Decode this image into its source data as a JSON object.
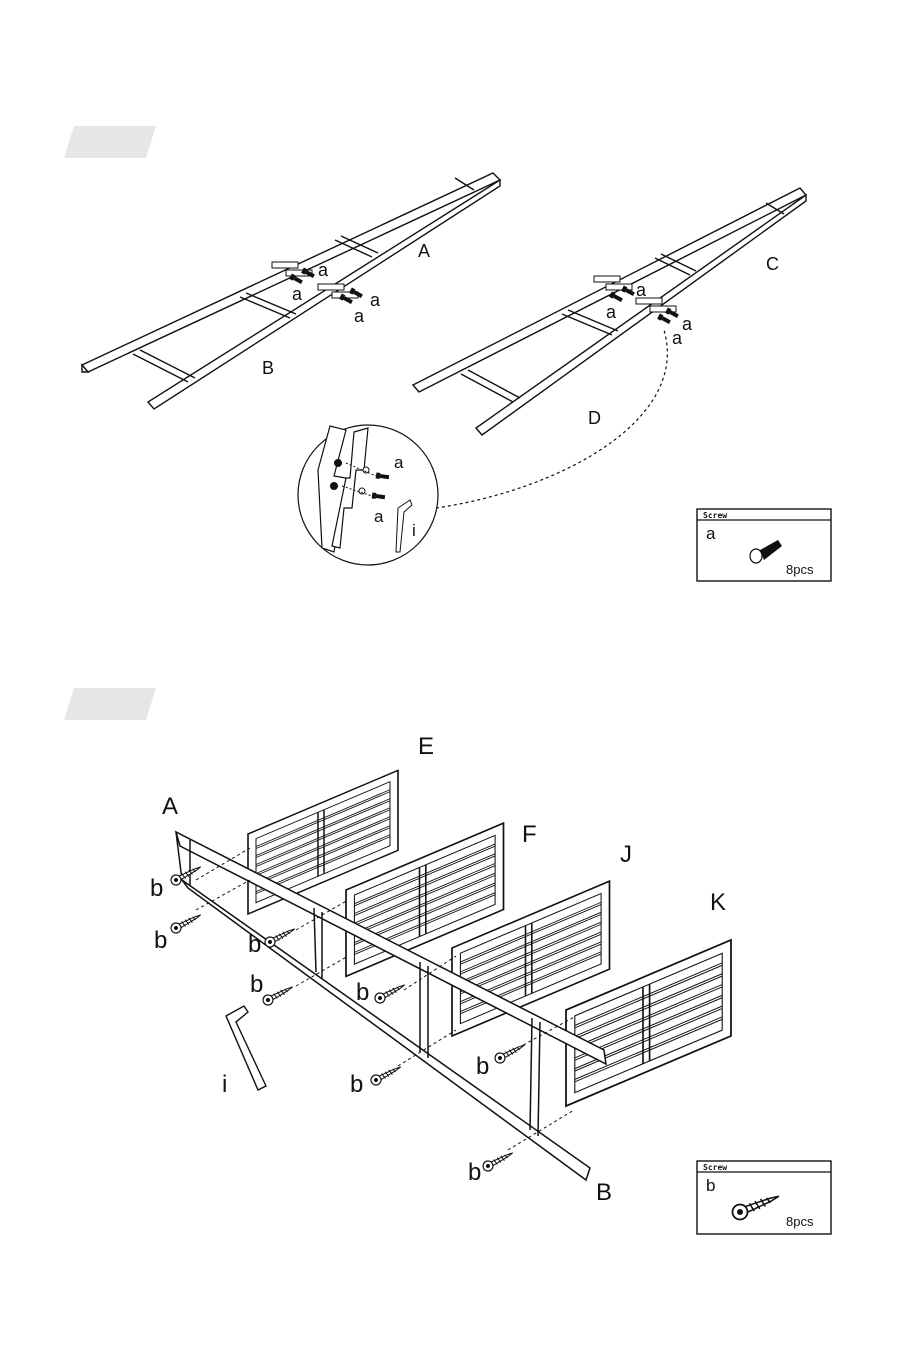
{
  "step1": {
    "labels": {
      "A": "A",
      "B": "B",
      "C": "C",
      "D": "D"
    },
    "screw_label": "a",
    "tool_label": "i",
    "detail_screw_label": "a",
    "detail_tool_label": "i"
  },
  "step2": {
    "labels": {
      "A": "A",
      "B": "B",
      "E": "E",
      "F": "F",
      "J": "J",
      "K": "K"
    },
    "screw_label": "b",
    "tool_label": "i"
  },
  "parts_box_1": {
    "title": "Screw",
    "code": "a",
    "qty": "8pcs"
  },
  "parts_box_2": {
    "title": "Screw",
    "code": "b",
    "qty": "8pcs"
  },
  "colors": {
    "line": "#111111",
    "step_tab": "#e6e6e6"
  }
}
